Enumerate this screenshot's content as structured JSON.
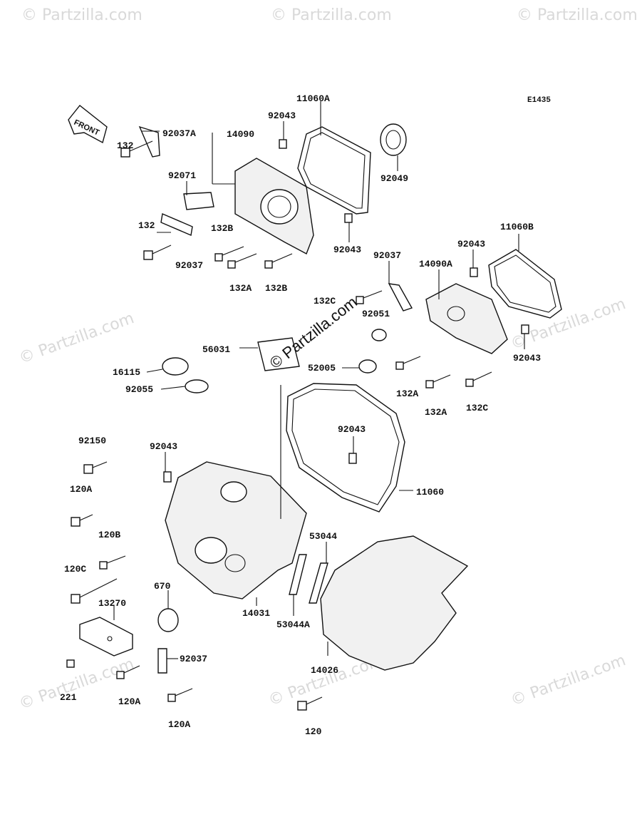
{
  "diagram_code": "E1435",
  "front_label": "FRONT",
  "center_watermark": "© Partzilla.com",
  "corner_watermark": "© Partzilla.com",
  "labels": {
    "l_11060A": "11060A",
    "l_92043_a": "92043",
    "l_14090": "14090",
    "l_92037A": "92037A",
    "l_132_a": "132",
    "l_92071": "92071",
    "l_92049": "92049",
    "l_132_b": "132",
    "l_132B_a": "132B",
    "l_92037_a": "92037",
    "l_92043_b": "92043",
    "l_132A_a": "132A",
    "l_132B_b": "132B",
    "l_11060B": "11060B",
    "l_92043_c": "92043",
    "l_92037_b": "92037",
    "l_14090A": "14090A",
    "l_132C_a": "132C",
    "l_92051": "92051",
    "l_92043_d": "92043",
    "l_56031": "56031",
    "l_52005": "52005",
    "l_16115": "16115",
    "l_92055": "92055",
    "l_132A_b": "132A",
    "l_132A_c": "132A",
    "l_132C_b": "132C",
    "l_92150": "92150",
    "l_92043_e": "92043",
    "l_92043_f": "92043",
    "l_120A_a": "120A",
    "l_11060": "11060",
    "l_120B": "120B",
    "l_53044": "53044",
    "l_120C": "120C",
    "l_670": "670",
    "l_13270": "13270",
    "l_14031": "14031",
    "l_53044A": "53044A",
    "l_92037_c": "92037",
    "l_14026": "14026",
    "l_221": "221",
    "l_120A_b": "120A",
    "l_120A_c": "120A",
    "l_120": "120"
  }
}
